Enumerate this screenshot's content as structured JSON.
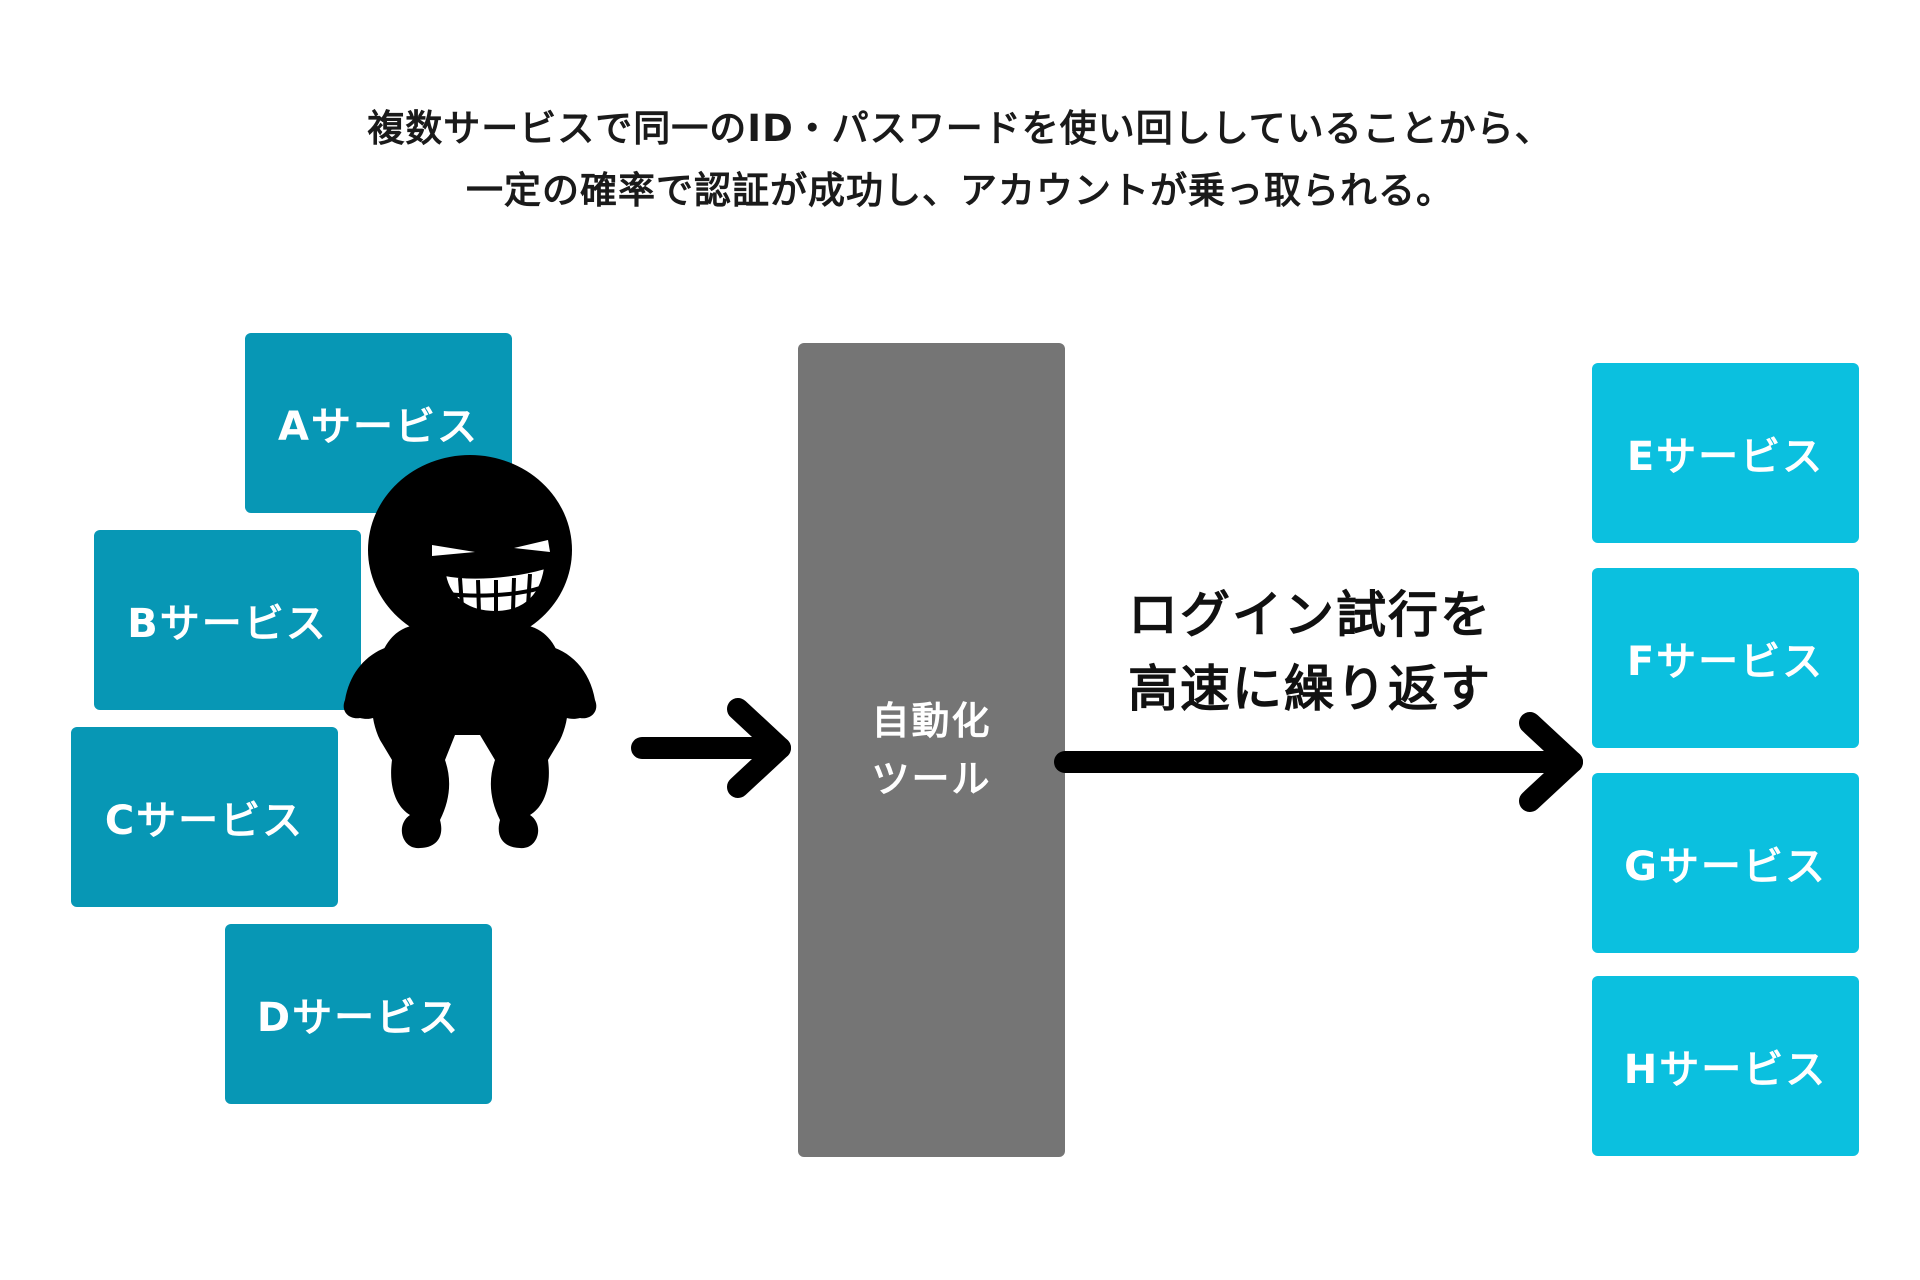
{
  "caption": {
    "line1": "複数サービスで同一のID・パスワードを使い回ししていることから、",
    "line2": "一定の確率で認証が成功し、アカウントが乗っ取られる。"
  },
  "source_services": [
    "Aサービス",
    "Bサービス",
    "Cサービス",
    "Dサービス"
  ],
  "target_services": [
    "Eサービス",
    "Fサービス",
    "Gサービス",
    "Hサービス"
  ],
  "tool": {
    "line1": "自動化",
    "line2": "ツール"
  },
  "action": {
    "line1": "ログイン試行を",
    "line2": "高速に繰り返す"
  },
  "colors": {
    "source_box": "#0797b5",
    "target_box": "#0bc0df",
    "tool_box": "#757575",
    "arrow": "#000000",
    "attacker": "#000000"
  },
  "icons": {
    "attacker": "masked-attacker-icon"
  }
}
